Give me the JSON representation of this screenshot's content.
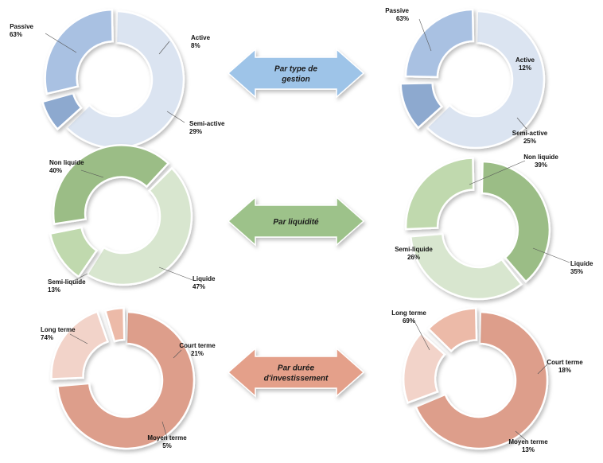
{
  "chart_data": [
    {
      "type": "pie",
      "slices": [
        {
          "label": "Passive",
          "value_label": "63%",
          "value": 63
        },
        {
          "label": "Active",
          "value_label": "8%",
          "value": 8
        },
        {
          "label": "Semi-active",
          "value_label": "29%",
          "value": 29
        }
      ]
    },
    {
      "type": "pie",
      "slices": [
        {
          "label": "Passive",
          "value_label": "63%",
          "value": 63
        },
        {
          "label": "Active",
          "value_label": "12%",
          "value": 12
        },
        {
          "label": "Semi-active",
          "value_label": "25%",
          "value": 25
        }
      ]
    },
    {
      "type": "pie",
      "slices": [
        {
          "label": "Non liquide",
          "value_label": "40%",
          "value": 40
        },
        {
          "label": "Liquide",
          "value_label": "47%",
          "value": 47
        },
        {
          "label": "Semi-liquide",
          "value_label": "13%",
          "value": 13
        }
      ]
    },
    {
      "type": "pie",
      "slices": [
        {
          "label": "Non liquide",
          "value_label": "39%",
          "value": 39
        },
        {
          "label": "Liquide",
          "value_label": "35%",
          "value": 35
        },
        {
          "label": "Semi-liquide",
          "value_label": "26%",
          "value": 26
        }
      ]
    },
    {
      "type": "pie",
      "slices": [
        {
          "label": "Long terme",
          "value_label": "74%",
          "value": 74
        },
        {
          "label": "Court terme",
          "value_label": "21%",
          "value": 21
        },
        {
          "label": "Moyen terme",
          "value_label": "5%",
          "value": 5
        }
      ]
    },
    {
      "type": "pie",
      "slices": [
        {
          "label": "Long terme",
          "value_label": "69%",
          "value": 69
        },
        {
          "label": "Court terme",
          "value_label": "18%",
          "value": 18
        },
        {
          "label": "Moyen terme",
          "value_label": "13%",
          "value": 13
        }
      ]
    }
  ],
  "arrows": [
    {
      "lines": [
        "Par type de",
        "gestion"
      ]
    },
    {
      "lines": [
        "Par liquidité"
      ]
    },
    {
      "lines": [
        "Par durée",
        "d'investissement"
      ]
    }
  ],
  "colors": {
    "blue": [
      "#dbe4f1",
      "#8da9cf",
      "#a9c1e2"
    ],
    "green": [
      "#9bbd86",
      "#d8e6cf",
      "#c0d9ae"
    ],
    "red": [
      "#dd9e8b",
      "#f2d3c9",
      "#ecbaa8"
    ],
    "arrow_blue": "#9ec4e8",
    "arrow_green": "#9dc28a",
    "arrow_red": "#e4a08a"
  }
}
